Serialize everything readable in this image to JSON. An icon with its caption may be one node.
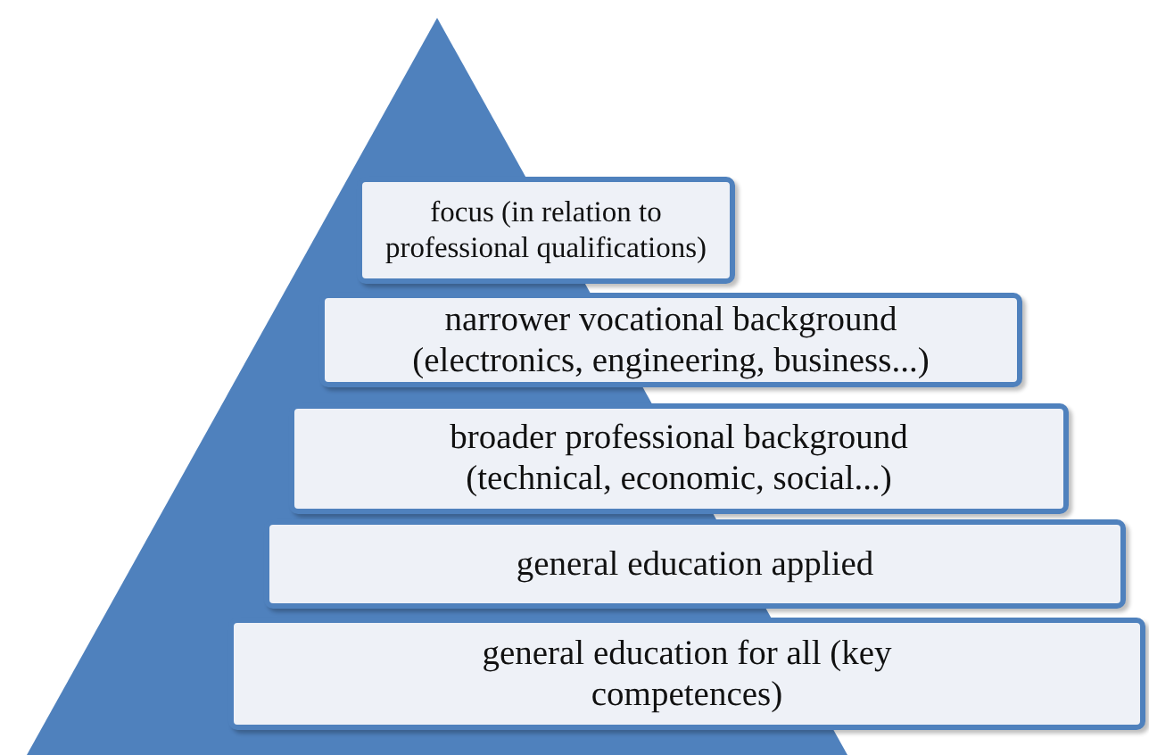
{
  "diagram": {
    "nodes": [
      {
        "text": [
          "focus (in relation to professional qualifications)"
        ]
      },
      {
        "text": [
          "narrower vocational background (electronics, engineering, business...)"
        ]
      },
      {
        "text": [
          "broader professional background (technical, economic, social...)"
        ]
      },
      {
        "text": [
          "general education applied"
        ]
      },
      {
        "text": [
          "general education for all (key competences)"
        ]
      }
    ]
  }
}
